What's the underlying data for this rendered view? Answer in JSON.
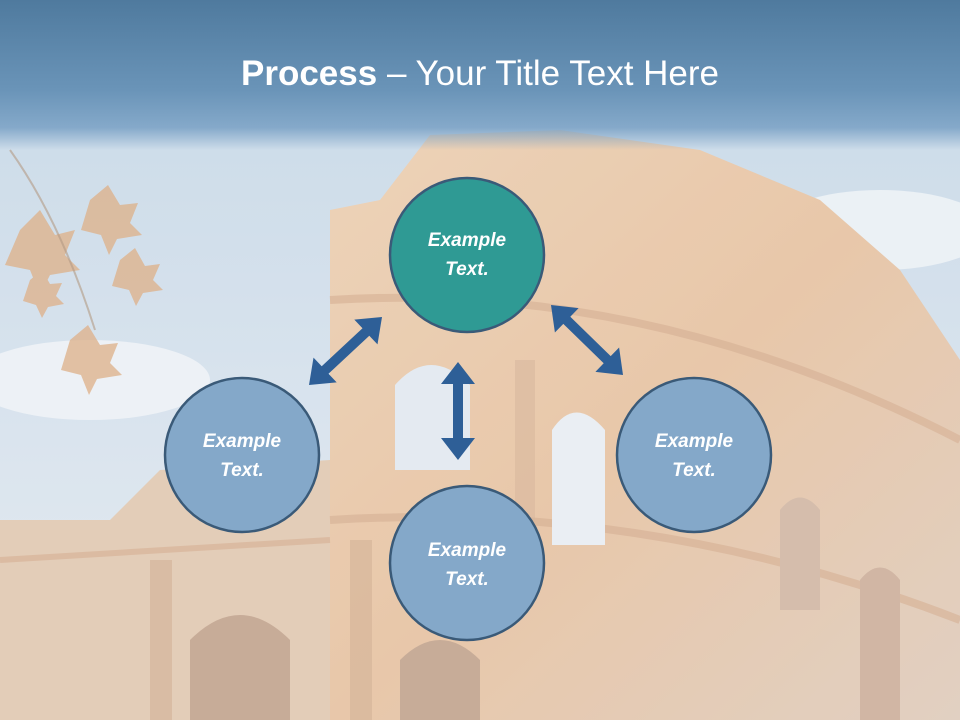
{
  "title": {
    "bold": "Process",
    "separator": " – ",
    "rest": "Your Title Text Here"
  },
  "nodes": [
    {
      "id": "top",
      "line1": "Example",
      "line2": "Text.",
      "color": "#2f9a94"
    },
    {
      "id": "left",
      "line1": "Example",
      "line2": "Text.",
      "color": "#84a8c9"
    },
    {
      "id": "right",
      "line1": "Example",
      "line2": "Text.",
      "color": "#84a8c9"
    },
    {
      "id": "bottom",
      "line1": "Example",
      "line2": "Text.",
      "color": "#84a8c9"
    }
  ],
  "colors": {
    "arrow": "#2e5f97",
    "node_stroke": "#3a5a78",
    "header": "#5b87ae"
  }
}
